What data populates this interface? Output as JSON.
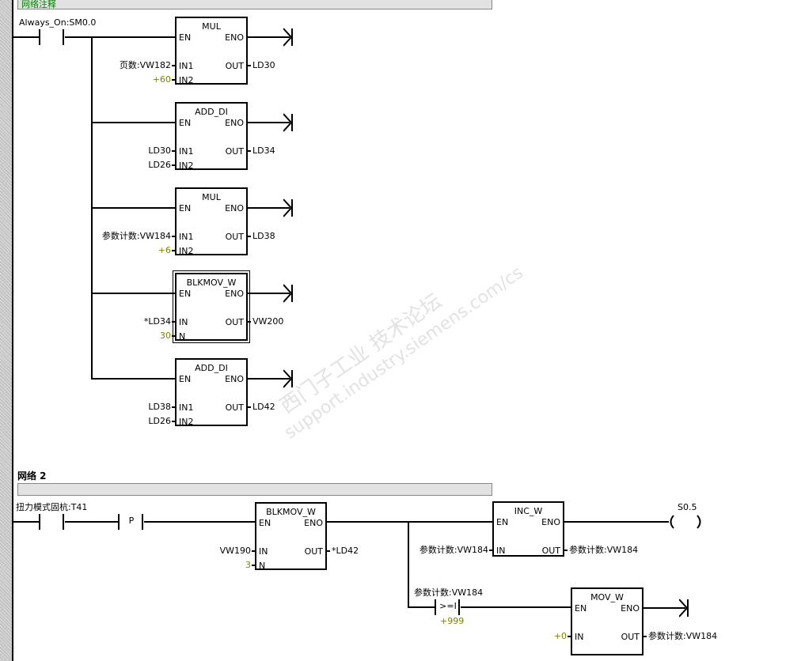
{
  "network1": {
    "comment": "网络注释",
    "contact_label": "Always_On:SM0.0",
    "boxes": [
      {
        "title": "MUL",
        "en": "EN",
        "eno": "ENO",
        "pins": [
          {
            "name": "IN1",
            "value": "页数:VW182",
            "const": false
          },
          {
            "name": "IN2",
            "value": "+60",
            "const": true
          }
        ],
        "out": "OUT",
        "out_value": "LD30",
        "selected": false
      },
      {
        "title": "ADD_DI",
        "en": "EN",
        "eno": "ENO",
        "pins": [
          {
            "name": "IN1",
            "value": "LD30",
            "const": false
          },
          {
            "name": "IN2",
            "value": "LD26",
            "const": false
          }
        ],
        "out": "OUT",
        "out_value": "LD34",
        "selected": false
      },
      {
        "title": "MUL",
        "en": "EN",
        "eno": "ENO",
        "pins": [
          {
            "name": "IN1",
            "value": "参数计数:VW184",
            "const": false
          },
          {
            "name": "IN2",
            "value": "+6",
            "const": true
          }
        ],
        "out": "OUT",
        "out_value": "LD38",
        "selected": false
      },
      {
        "title": "BLKMOV_W",
        "en": "EN",
        "eno": "ENO",
        "pins": [
          {
            "name": "IN",
            "value": "*LD34",
            "const": false
          },
          {
            "name": "N",
            "value": "30",
            "const": true
          }
        ],
        "out": "OUT",
        "out_value": "VW200",
        "selected": true
      },
      {
        "title": "ADD_DI",
        "en": "EN",
        "eno": "ENO",
        "pins": [
          {
            "name": "IN1",
            "value": "LD38",
            "const": false
          },
          {
            "name": "IN2",
            "value": "LD26",
            "const": false
          }
        ],
        "out": "OUT",
        "out_value": "LD42",
        "selected": false
      }
    ]
  },
  "network2": {
    "header": "网络 2",
    "comment": "",
    "contact_label": "扭力模式固杭:T41",
    "p_contact": "P",
    "blkmov": {
      "title": "BLKMOV_W",
      "en": "EN",
      "eno": "ENO",
      "pins": [
        {
          "name": "IN",
          "value": "VW190",
          "const": false
        },
        {
          "name": "N",
          "value": "3",
          "const": true
        }
      ],
      "out": "OUT",
      "out_value": "*LD42",
      "selected": false
    },
    "inc": {
      "title": "INC_W",
      "en": "EN",
      "eno": "ENO",
      "pins": [
        {
          "name": "IN",
          "value": "参数计数:VW184",
          "const": false
        }
      ],
      "out": "OUT",
      "out_value": "参数计数:VW184",
      "selected": false
    },
    "coil_label": "S0.5",
    "compare_label": "参数计数:VW184",
    "compare_op": ">=I",
    "compare_value": "+999",
    "mov": {
      "title": "MOV_W",
      "en": "EN",
      "eno": "ENO",
      "pins": [
        {
          "name": "IN",
          "value": "+0",
          "const": true
        }
      ],
      "out": "OUT",
      "out_value": "参数计数:VW184",
      "selected": false
    }
  },
  "watermark": {
    "line1": "西门子工业  技术论坛",
    "line2": "support.industry.siemens.com/cs"
  }
}
